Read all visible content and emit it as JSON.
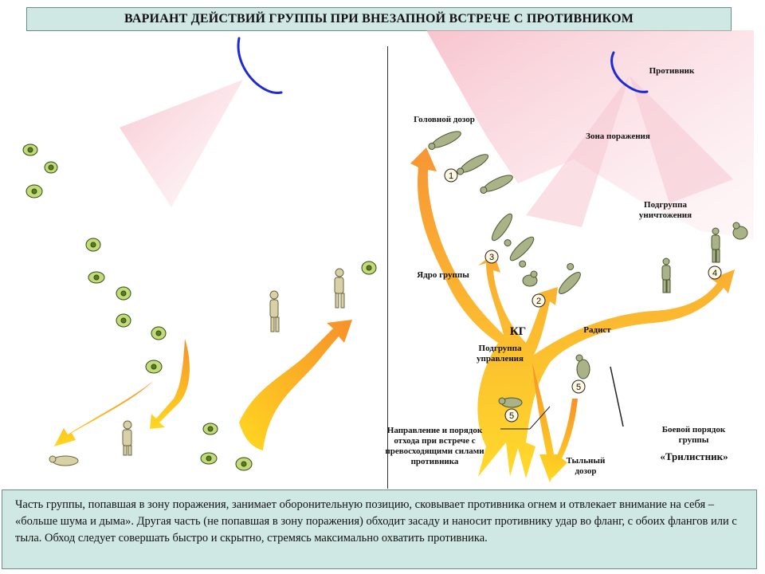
{
  "title": "ВАРИАНТ ДЕЙСТВИЙ ГРУППЫ ПРИ ВНЕЗАПНОЙ ВСТРЕЧЕ С ПРОТИВНИКОМ",
  "labels": {
    "enemy": "Противник",
    "kill_zone": "Зона поражения",
    "head_patrol": "Головной дозор",
    "destruction_subgroup": "Подгруппа уничтожения",
    "group_core": "Ядро группы",
    "kg": "КГ",
    "control_subgroup": "Подгруппа управления",
    "radio_operator": "Радист",
    "retreat_direction": "Направление и порядок отхода при встрече с превосходящими силами противника",
    "rear_patrol": "Тыльный дозор",
    "battle_order": "Боевой порядок группы",
    "trefoil": "«Трилистник»"
  },
  "markers": [
    "1",
    "2",
    "3",
    "4",
    "5",
    "5"
  ],
  "description": "Часть группы, попавшая в зону поражения, занимает оборонительную позицию, сковывает противника огнем и отвлекает внимание на себя – «больше шума и дыма». Другая часть (не попавшая в зону поражения) обходит засаду и наносит противнику удар во фланг, с обоих флангов или с тыла. Обход следует совершать быстро и скрытно, стремясь максимально охватить противника.",
  "colors": {
    "header_bg": "#cfe8e3",
    "kill_zone": "#f6c6cf",
    "arrow_orange": "#f59a2e",
    "arrow_yellow": "#ffd21f",
    "enemy_line": "#1c2bd6"
  }
}
